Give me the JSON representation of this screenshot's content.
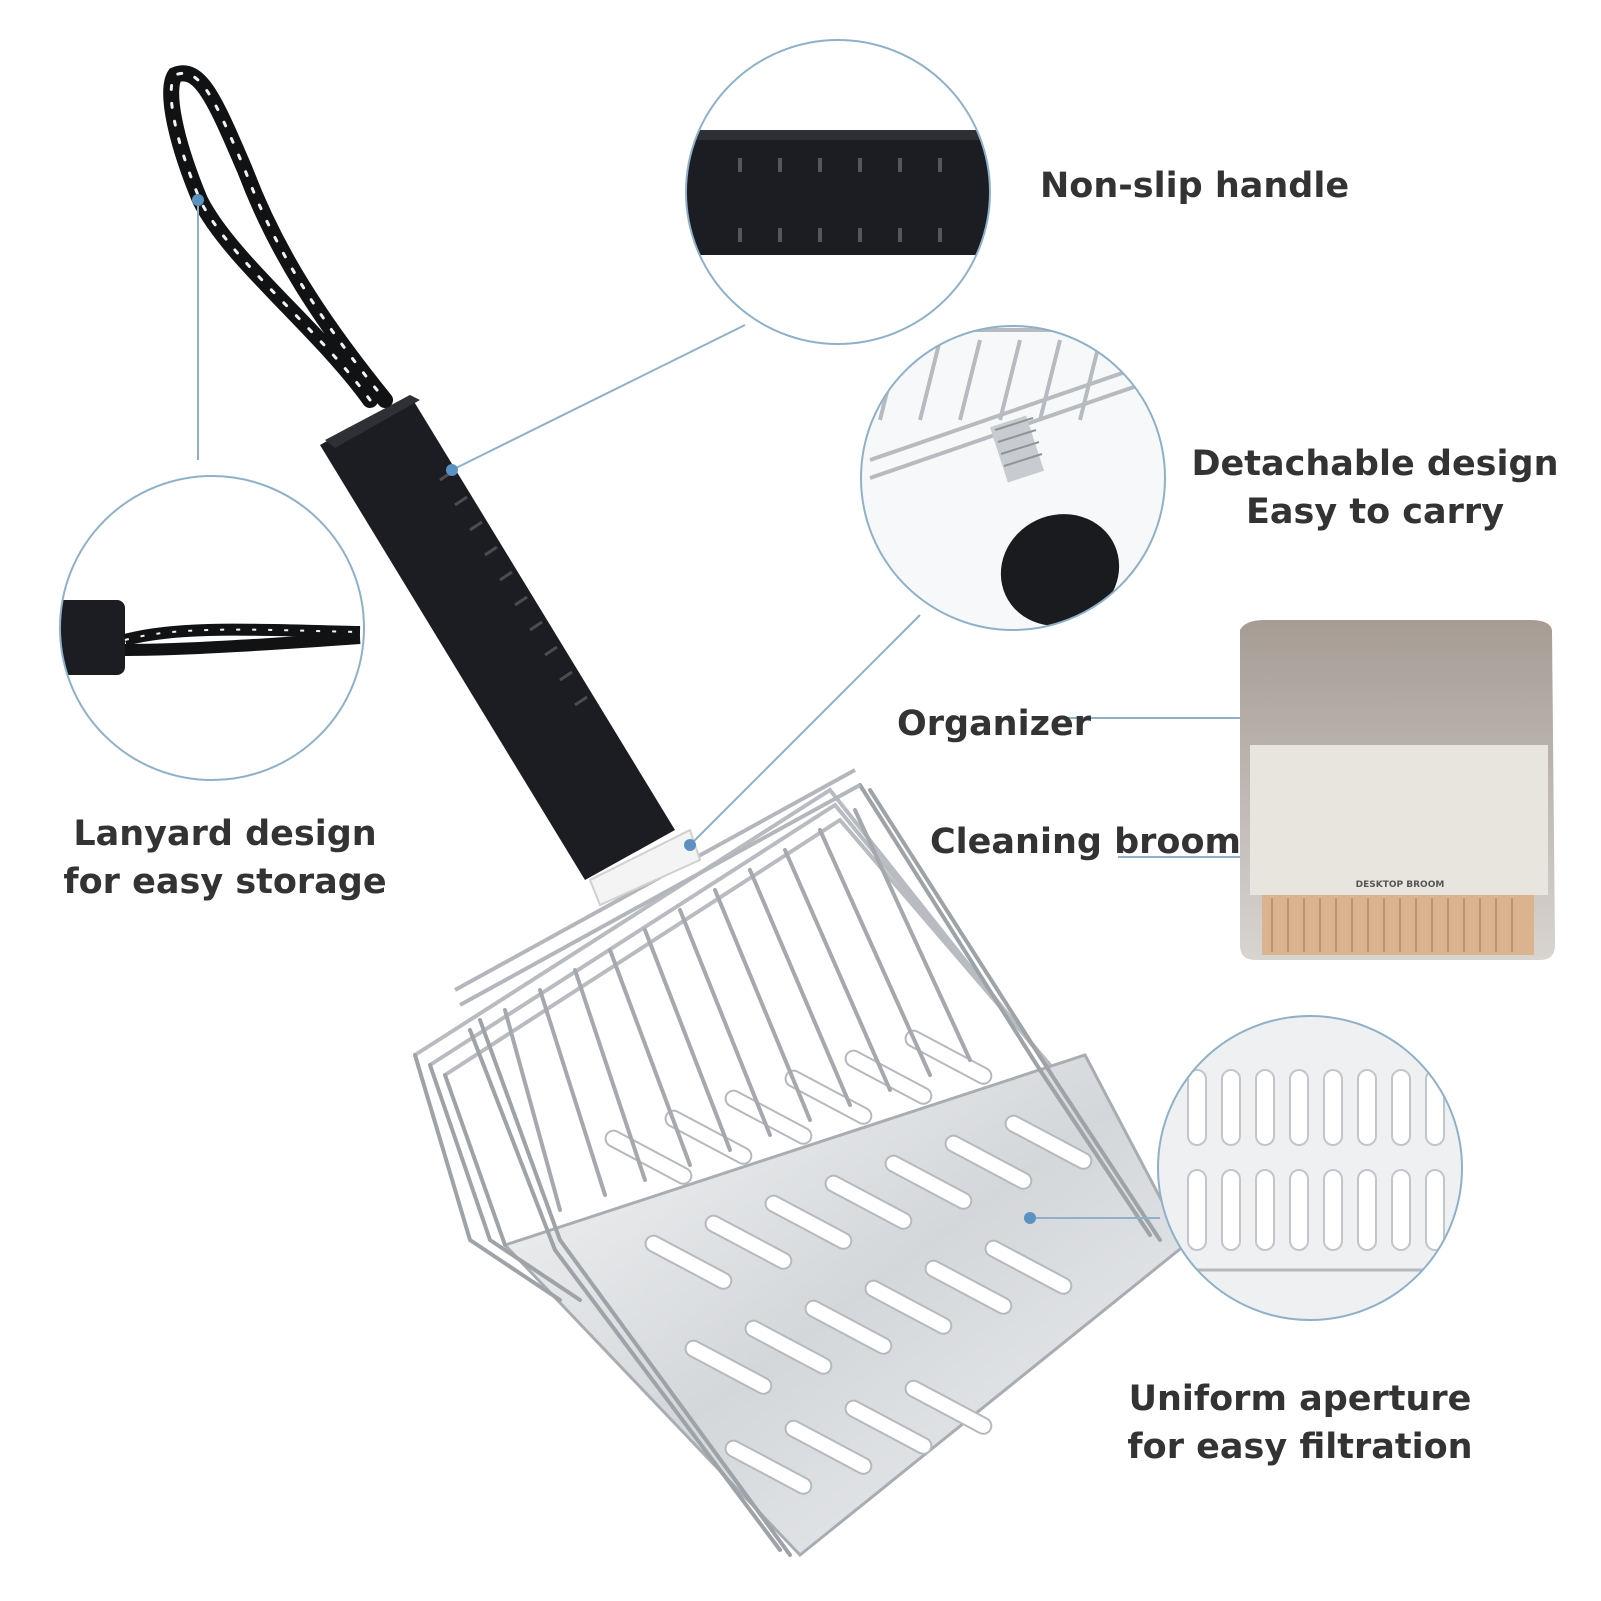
{
  "labels": {
    "non_slip": "Non-slip handle",
    "detachable_line1": "Detachable design",
    "detachable_line2": "Easy to carry",
    "organizer": "Organizer",
    "cleaning_broom": "Cleaning broom",
    "lanyard_line1": "Lanyard design",
    "lanyard_line2": "for easy storage",
    "aperture_line1": "Uniform aperture",
    "aperture_line2": "for easy filtration"
  },
  "broom_text": "DESKTOP BROOM",
  "icons": {
    "scoop": "litter-scoop-icon",
    "handle": "handle-icon",
    "lanyard": "lanyard-icon",
    "screw": "screw-icon",
    "organizer": "organizer-box-icon",
    "broom": "broom-icon",
    "grid": "aperture-grid-icon"
  },
  "colors": {
    "callout_line": "#8eb1c9",
    "label_text": "#333333",
    "steel": "#c9ccd0",
    "handle_black": "#1a1b1f",
    "organizer_gray": "#a59c95",
    "broom_wood": "#d9b48f"
  }
}
